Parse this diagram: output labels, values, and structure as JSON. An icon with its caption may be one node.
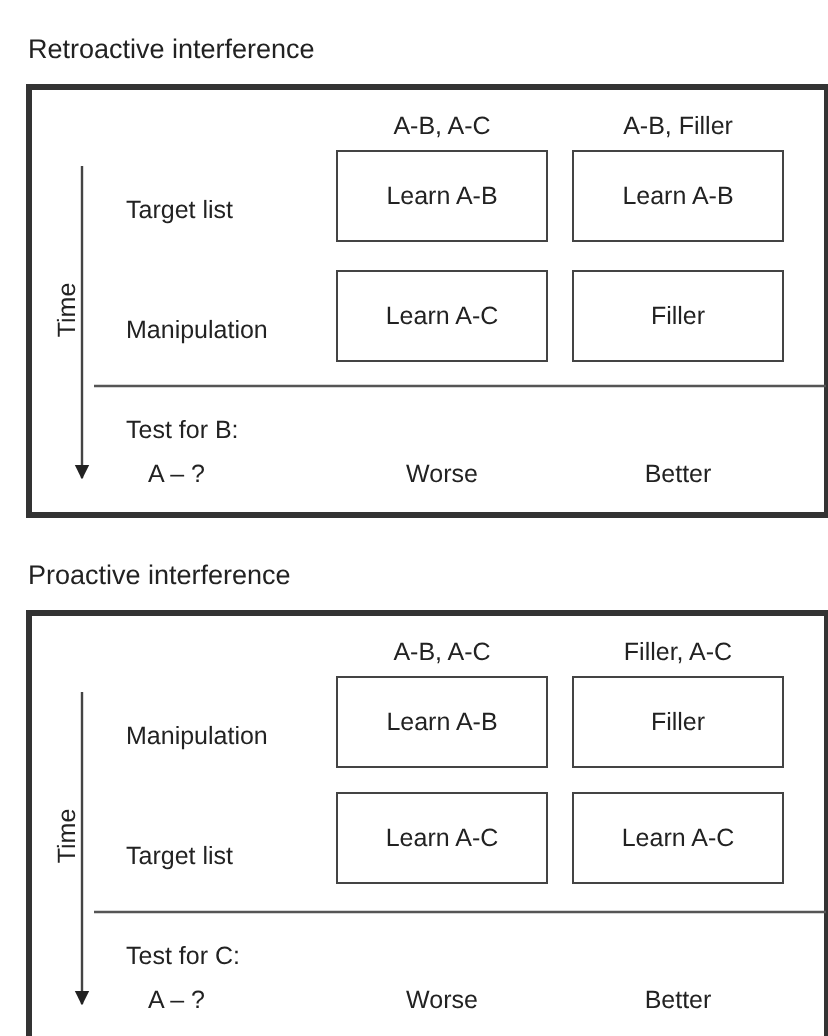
{
  "diagram": {
    "nodes": [
      {
        "text": [
          "Retroactive interference"
        ]
      },
      {
        "text": [
          "Learn A-B"
        ],
        "in": 0
      },
      {
        "text": [
          "Learn A-B"
        ],
        "in": 0
      },
      {
        "text": [
          "Learn A-C"
        ],
        "in": 0
      },
      {
        "text": [
          "Filler"
        ],
        "in": 0
      },
      {
        "text": [
          "Proactive interference"
        ]
      },
      {
        "text": [
          "Learn A-B"
        ],
        "in": 5
      },
      {
        "text": [
          "Filler"
        ],
        "in": 5
      },
      {
        "text": [
          "Learn A-C"
        ],
        "in": 5
      },
      {
        "text": [
          "Learn A-C"
        ],
        "in": 5
      }
    ],
    "labels": [
      "A-B, A-C",
      "A-B, Filler",
      "Target list",
      "Manipulation",
      "Time",
      "Test for B:",
      "A – ?",
      "Worse",
      "Better",
      "A-B, A-C",
      "Filler, A-C",
      "Manipulation",
      "Target list",
      "Time",
      "Test for C:",
      "A – ?",
      "Worse",
      "Better"
    ]
  }
}
